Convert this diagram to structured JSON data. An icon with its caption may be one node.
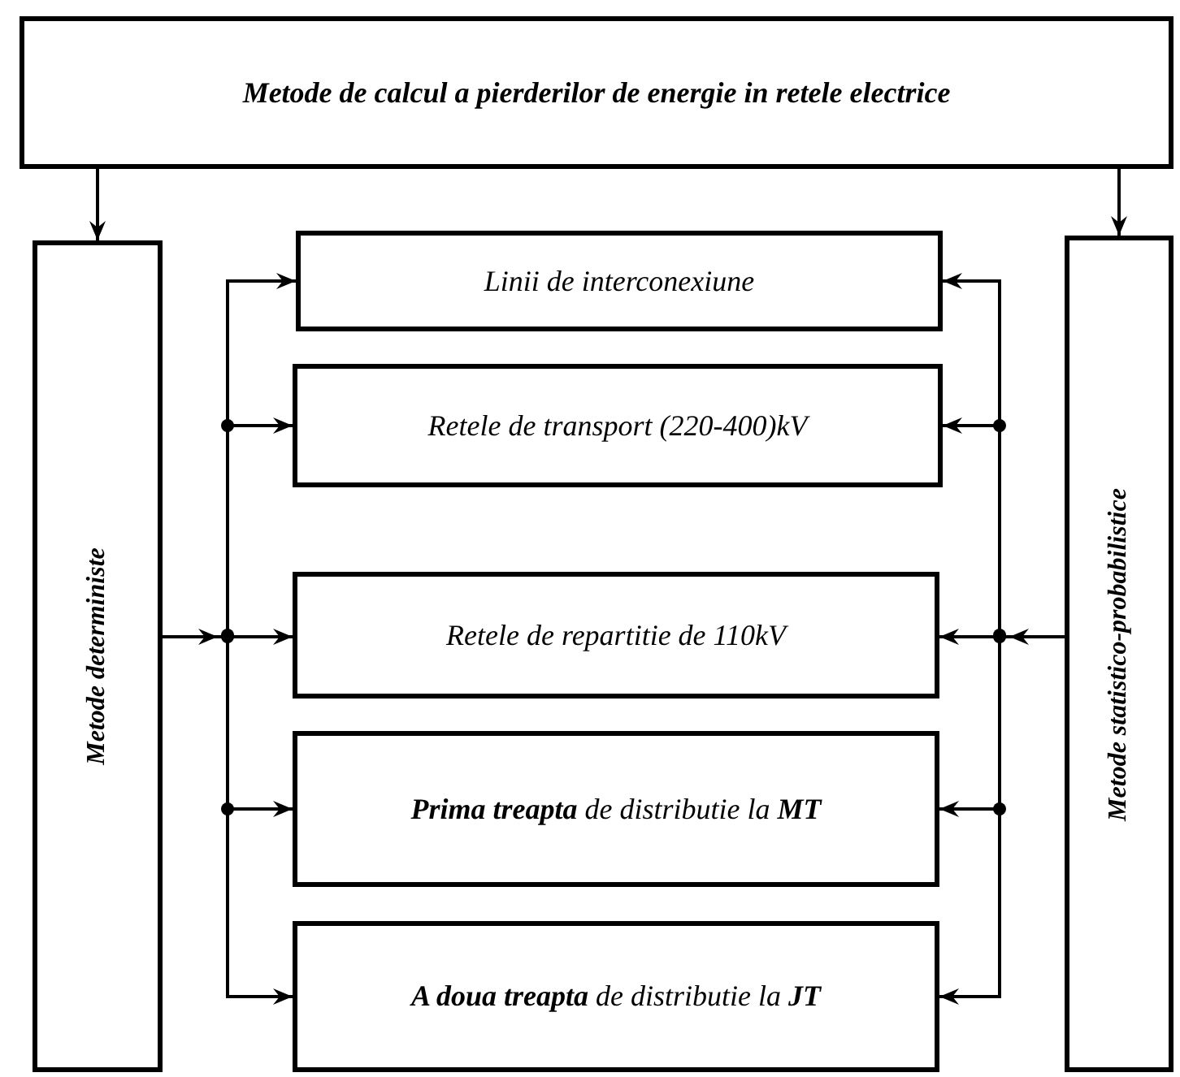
{
  "diagram": {
    "nodes": [
      {
        "text": [
          "Metode de calcul a pierderilor de energie in retele electrice"
        ]
      },
      {
        "text": [
          "Metode deterministe"
        ]
      },
      {
        "text": [
          "Linii de interconexiune"
        ]
      },
      {
        "text": [
          "Retele de transport (220-400)kV"
        ]
      },
      {
        "text": [
          "Retele de repartitie de 110kV"
        ]
      },
      {
        "text": [
          "**Prima treapta** de distributie la **MT**"
        ]
      },
      {
        "text": [
          "**A doua treapta** de distributie la **JT**"
        ]
      },
      {
        "text": [
          "Metode statistico-probabilistice"
        ]
      }
    ],
    "edges": [
      {
        "from": 0,
        "to": 1,
        "arrow": "to"
      },
      {
        "from": 0,
        "to": 7,
        "arrow": "to"
      },
      {
        "from": 1,
        "to": 2,
        "arrow": "to"
      },
      {
        "from": 1,
        "to": 3,
        "arrow": "to"
      },
      {
        "from": 1,
        "to": 4,
        "arrow": "to"
      },
      {
        "from": 1,
        "to": 5,
        "arrow": "to"
      },
      {
        "from": 1,
        "to": 6,
        "arrow": "to"
      },
      {
        "from": 7,
        "to": 2,
        "arrow": "to"
      },
      {
        "from": 7,
        "to": 3,
        "arrow": "to"
      },
      {
        "from": 7,
        "to": 4,
        "arrow": "to"
      },
      {
        "from": 7,
        "to": 5,
        "arrow": "to"
      },
      {
        "from": 7,
        "to": 6,
        "arrow": "to"
      }
    ]
  }
}
